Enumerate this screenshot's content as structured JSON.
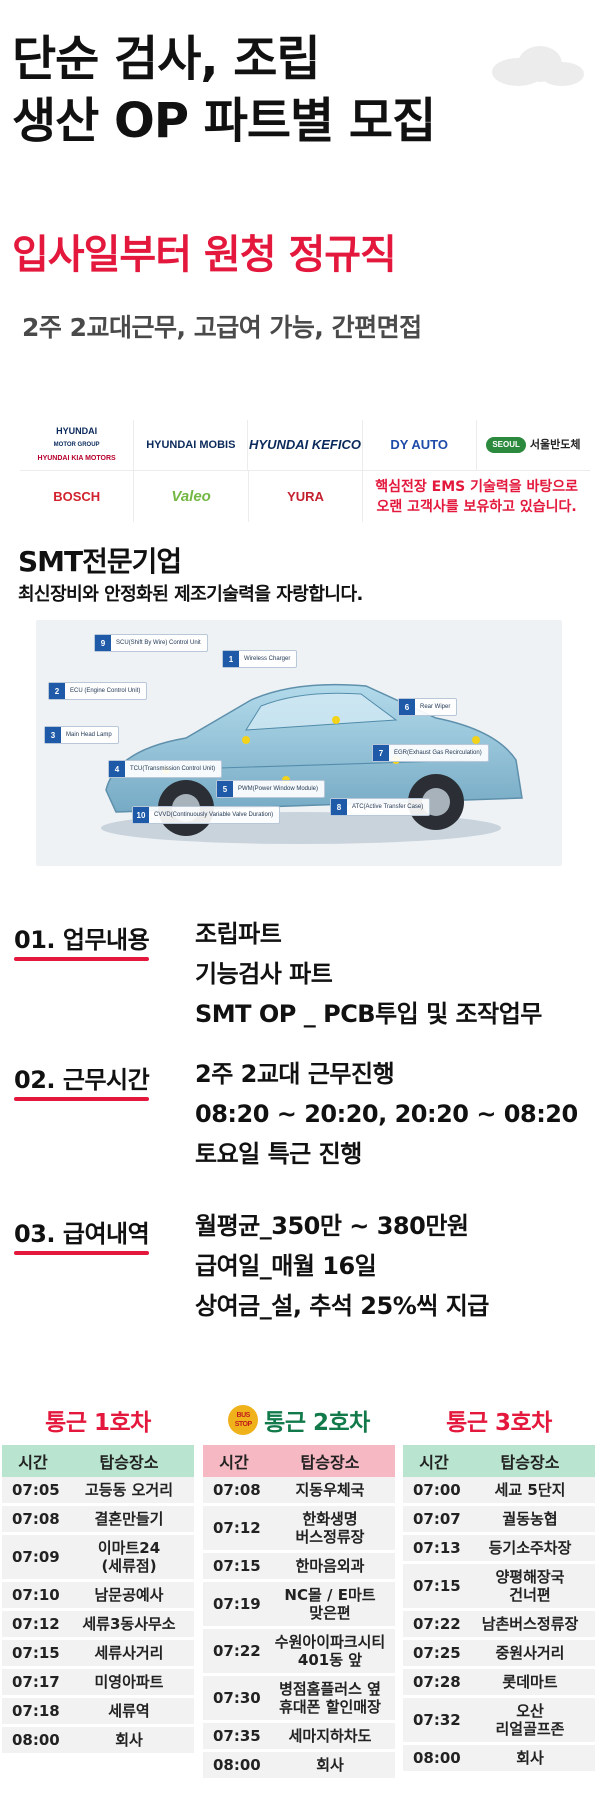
{
  "headline": {
    "line1": "단순 검사, 조립",
    "line2": "생산 OP 파트별 모집"
  },
  "subtitle_red": "입사일부터 원청 정규직",
  "subtitle_gray": "2주 2교대근무, 고급여 가능, 간편면접",
  "logos": {
    "row1": [
      {
        "name": "hyundai-kia-logo",
        "l1": "HYUNDAI",
        "l2": "MOTOR GROUP",
        "l3": "HYUNDAI KIA MOTORS"
      },
      {
        "name": "mobis-logo",
        "text": "HYUNDAI MOBIS"
      },
      {
        "name": "kefico-logo",
        "text": "HYUNDAI KEFICO"
      },
      {
        "name": "dyauto-logo",
        "text": "DY AUTO"
      },
      {
        "name": "seoul-semi-logo",
        "pill": "SEOUL",
        "text": "서울반도체"
      }
    ],
    "row2": [
      {
        "name": "bosch-logo",
        "text": "BOSCH"
      },
      {
        "name": "valeo-logo",
        "text": "Valeo"
      },
      {
        "name": "yura-logo",
        "text": "YURA"
      }
    ],
    "note_line1": "핵심전장 EMS 기술력을 바탕으로",
    "note_line2": "오랜 고객사를 보유하고 있습니다."
  },
  "smt": {
    "title": "SMT전문기업",
    "subtitle": "최신장비와 안정화된 제조기술력을 자랑합니다."
  },
  "diagram_callouts": [
    {
      "num": "9",
      "label": "SCU(Shift By Wire) Control Unit"
    },
    {
      "num": "1",
      "label": "Wireless Charger"
    },
    {
      "num": "2",
      "label": "ECU (Engine Control Unit)"
    },
    {
      "num": "6",
      "label": "Rear Wiper"
    },
    {
      "num": "3",
      "label": "Main Head Lamp"
    },
    {
      "num": "7",
      "label": "EGR(Exhaust Gas Recirculation)"
    },
    {
      "num": "4",
      "label": "TCU(Transmission Control Unit)"
    },
    {
      "num": "5",
      "label": "PWM(Power Window Module)"
    },
    {
      "num": "8",
      "label": "ATC(Active Transfer Case)"
    },
    {
      "num": "10",
      "label": "CVVD(Continuously Variable Valve Duration)"
    }
  ],
  "sections": [
    {
      "label": "01. 업무내용",
      "lines": [
        "조립파트",
        "기능검사 파트",
        "SMT OP _ PCB투입 및 조작업무"
      ]
    },
    {
      "label": "02. 근무시간",
      "lines": [
        "2주 2교대 근무진행",
        "08:20 ~ 20:20, 20:20 ~ 08:20",
        "토요일 특근 진행"
      ]
    },
    {
      "label": "03. 급여내역",
      "lines": [
        "월평균_350만 ~ 380만원",
        "급여일_매월 16일",
        "상여금_설, 추석 25%씩 지급"
      ]
    }
  ],
  "bus": {
    "headers": {
      "time": "시간",
      "place": "탑승장소"
    },
    "stop_sign": "BUS STOP",
    "routes": [
      {
        "title": "통근 1호차",
        "rows": [
          {
            "time": "07:05",
            "place": "고등동 오거리"
          },
          {
            "time": "07:08",
            "place": "결혼만들기"
          },
          {
            "time": "07:09",
            "place": "이마트24\n(세류점)"
          },
          {
            "time": "07:10",
            "place": "남문공예사"
          },
          {
            "time": "07:12",
            "place": "세류3동사무소"
          },
          {
            "time": "07:15",
            "place": "세류사거리"
          },
          {
            "time": "07:17",
            "place": "미영아파트"
          },
          {
            "time": "07:18",
            "place": "세류역"
          },
          {
            "time": "08:00",
            "place": "회사"
          }
        ]
      },
      {
        "title": "통근 2호차",
        "rows": [
          {
            "time": "07:08",
            "place": "지동우체국"
          },
          {
            "time": "07:12",
            "place": "한화생명\n버스정류장"
          },
          {
            "time": "07:15",
            "place": "한마음외과"
          },
          {
            "time": "07:19",
            "place": "NC몰 / E마트\n맞은편"
          },
          {
            "time": "07:22",
            "place": "수원아이파크시티\n401동 앞"
          },
          {
            "time": "07:30",
            "place": "병점홈플러스 옆\n휴대폰 할인매장"
          },
          {
            "time": "07:35",
            "place": "세마지하차도"
          },
          {
            "time": "08:00",
            "place": "회사"
          }
        ]
      },
      {
        "title": "통근 3호차",
        "rows": [
          {
            "time": "07:00",
            "place": "세교 5단지"
          },
          {
            "time": "07:07",
            "place": "궐동농협"
          },
          {
            "time": "07:13",
            "place": "등기소주차장"
          },
          {
            "time": "07:15",
            "place": "양평해장국\n건너편"
          },
          {
            "time": "07:22",
            "place": "남촌버스정류장"
          },
          {
            "time": "07:25",
            "place": "중원사거리"
          },
          {
            "time": "07:28",
            "place": "롯데마트"
          },
          {
            "time": "07:32",
            "place": "오산\n리얼골프존"
          },
          {
            "time": "08:00",
            "place": "회사"
          }
        ]
      }
    ]
  },
  "colors": {
    "accent_red": "#e3183c",
    "header_green": "#b9e4cf",
    "header_pink": "#f6b8c2",
    "title_green": "#127a4a"
  }
}
